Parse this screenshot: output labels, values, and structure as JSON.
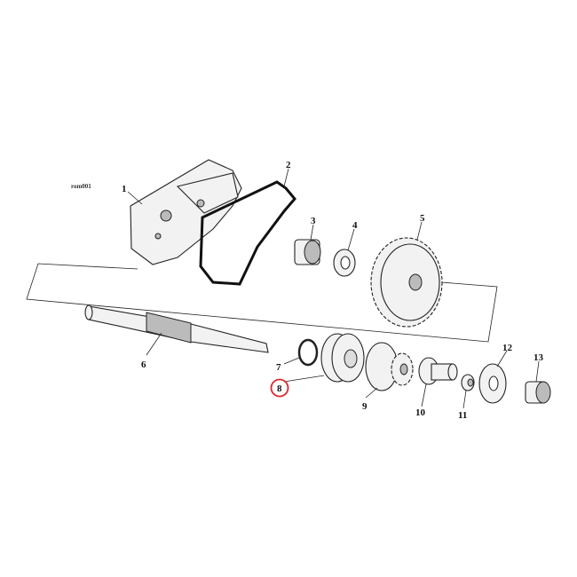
{
  "diagram": {
    "code": "rom001",
    "highlight_color": "#e0262b",
    "highlighted_label": "8",
    "callouts": [
      "1",
      "2",
      "3",
      "4",
      "5",
      "6",
      "7",
      "8",
      "9",
      "10",
      "11",
      "12",
      "13"
    ]
  }
}
